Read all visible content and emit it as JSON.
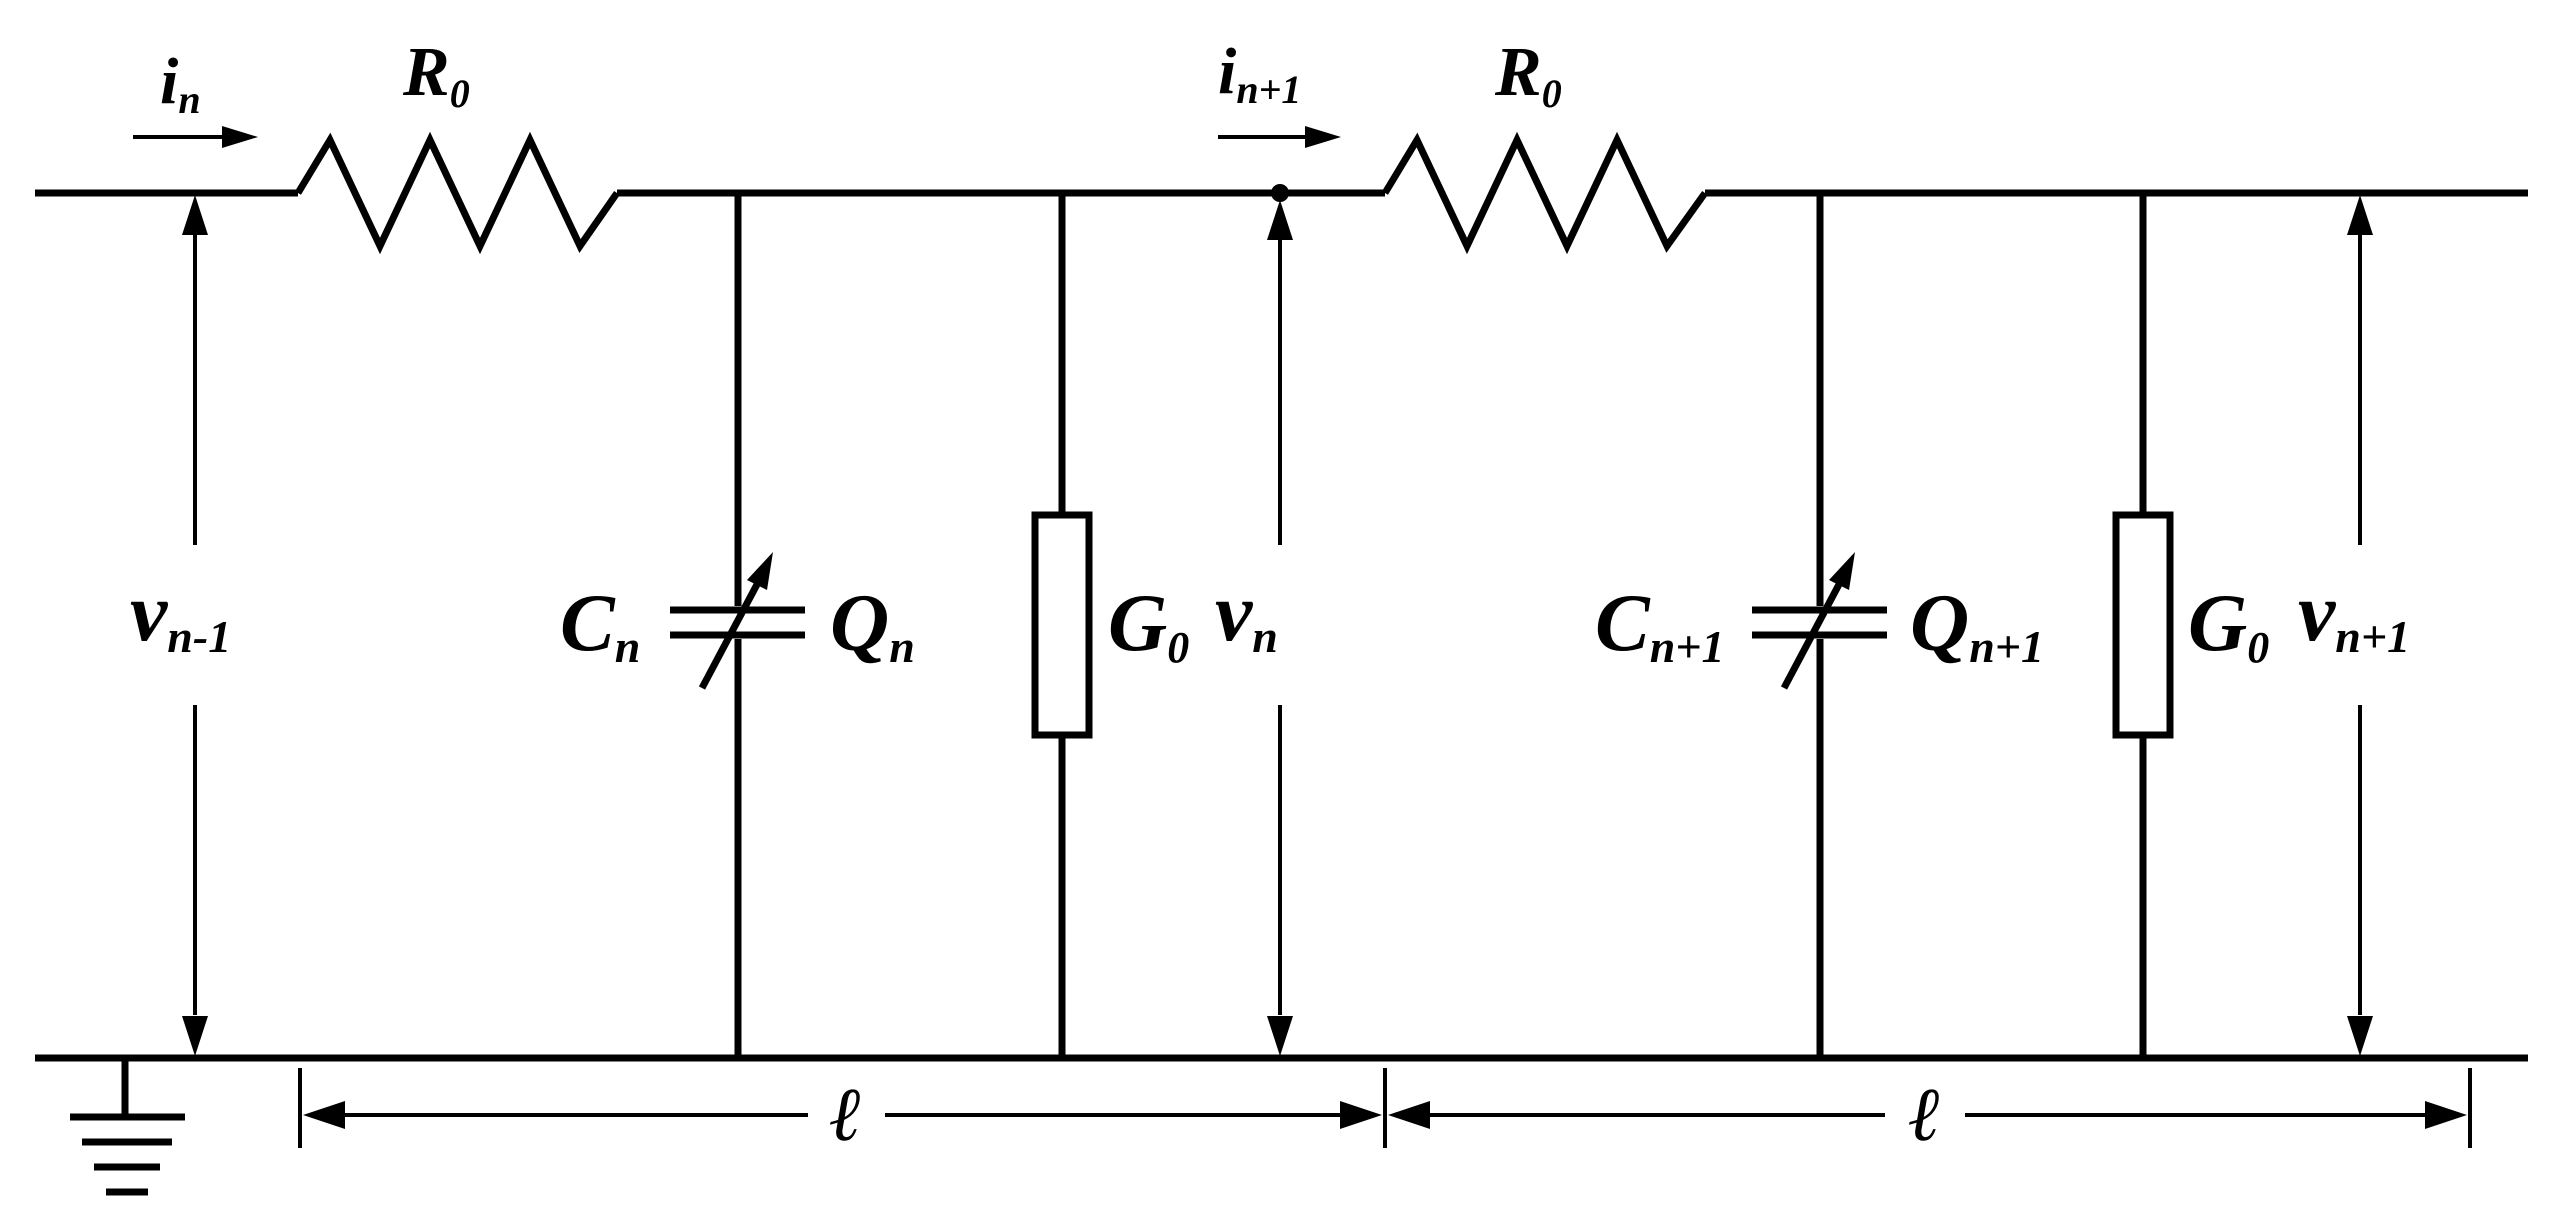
{
  "labels": {
    "i_n": {
      "main": "i",
      "sub": "n"
    },
    "i_n1": {
      "main": "i",
      "sub": "n+1"
    },
    "R0_left": {
      "main": "R",
      "sub": "0"
    },
    "R0_right": {
      "main": "R",
      "sub": "0"
    },
    "v_nm1": {
      "main": "v",
      "sub": "n-1"
    },
    "C_n": {
      "main": "C",
      "sub": "n"
    },
    "Q_n": {
      "main": "Q",
      "sub": "n"
    },
    "G0_left": {
      "main": "G",
      "sub": "0"
    },
    "v_n": {
      "main": "v",
      "sub": "n"
    },
    "C_n1": {
      "main": "C",
      "sub": "n+1"
    },
    "Q_n1": {
      "main": "Q",
      "sub": "n+1"
    },
    "G0_right": {
      "main": "G",
      "sub": "0"
    },
    "v_n1": {
      "main": "v",
      "sub": "n+1"
    },
    "ell_left": "ℓ",
    "ell_right": "ℓ"
  }
}
